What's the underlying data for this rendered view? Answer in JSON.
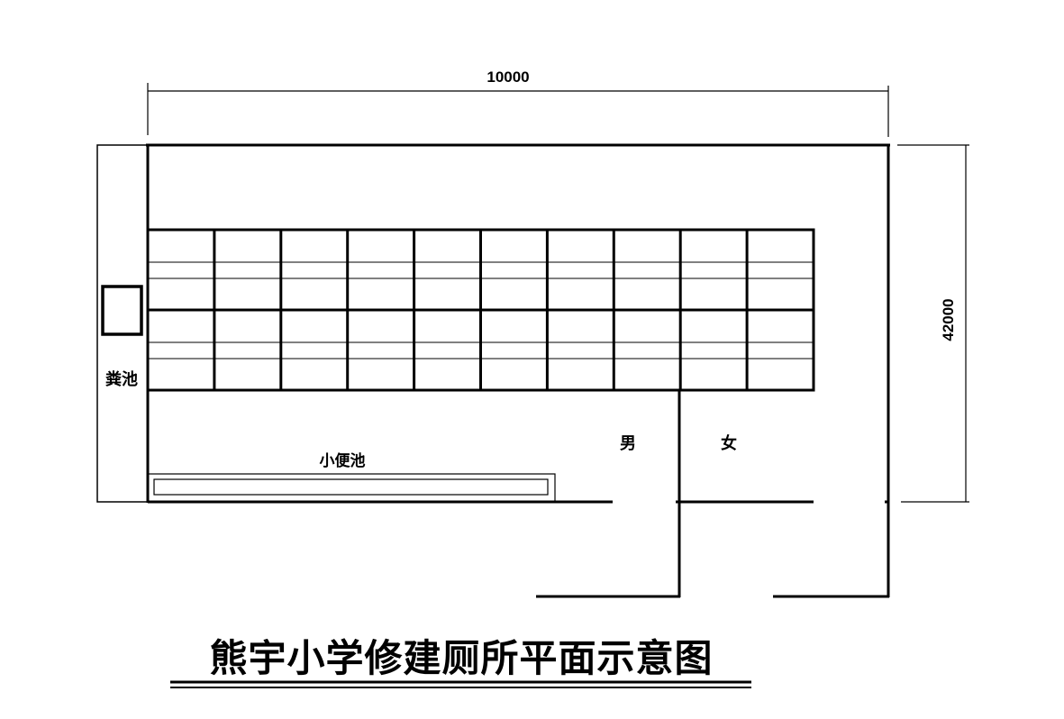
{
  "diagram": {
    "title": "熊宇小学修建厕所平面示意图",
    "dimensions": {
      "width_label": "10000",
      "depth_label": "42000"
    },
    "labels": {
      "cesspit": "粪池",
      "urinal_trough": "小便池",
      "male": "男",
      "female": "女"
    },
    "stall_grid": {
      "columns": 10,
      "rows": 2
    },
    "line_color": "#000000",
    "background": "#ffffff"
  }
}
